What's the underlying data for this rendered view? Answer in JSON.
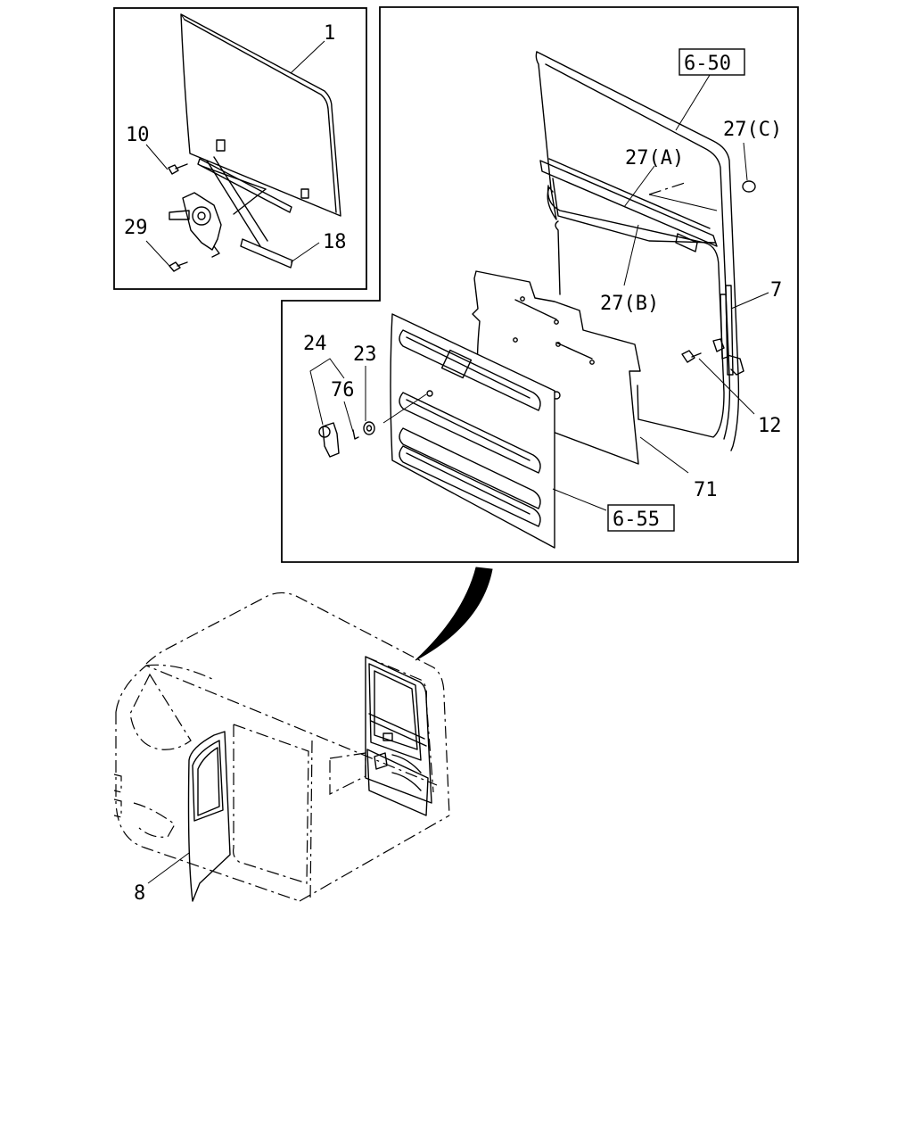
{
  "callouts": {
    "p1": "1",
    "p10": "10",
    "p29": "29",
    "p18": "18",
    "ref650": "6-50",
    "p27c": "27(C)",
    "p27a": "27(A)",
    "p27b": "27(B)",
    "p7": "7",
    "p24": "24",
    "p23": "23",
    "p76": "76",
    "p12": "12",
    "p71": "71",
    "ref655": "6-55",
    "p8": "8"
  }
}
